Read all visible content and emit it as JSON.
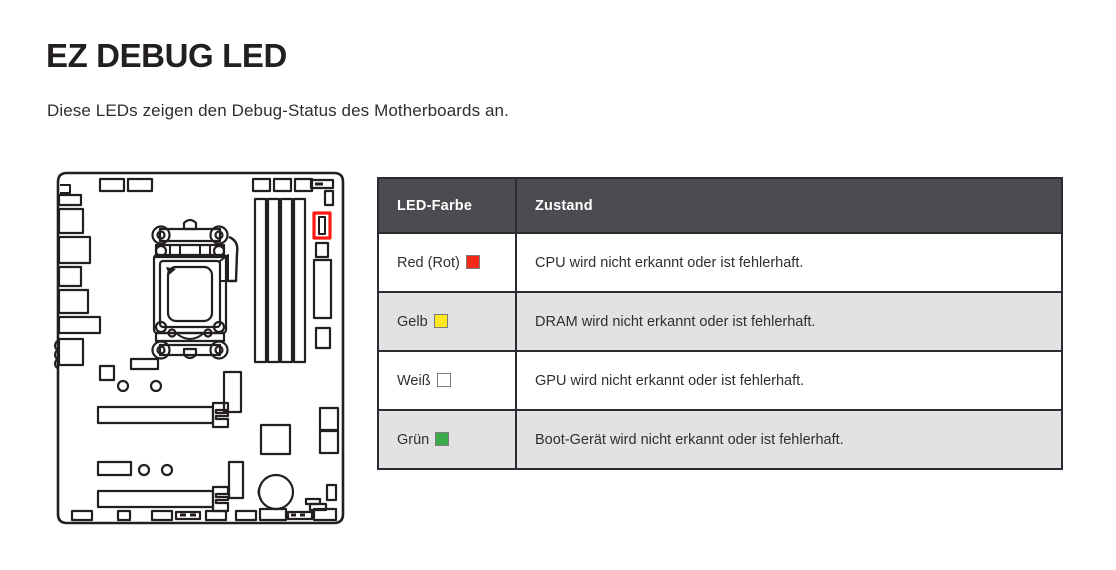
{
  "page": {
    "title": "EZ DEBUG LED",
    "subtitle": "Diese LEDs zeigen den Debug-Status des Motherboards an."
  },
  "diagram": {
    "name": "motherboard-schematic",
    "highlight_color": "#ff1a12",
    "outline_color": "#231f20",
    "highlighted_component": "ez-debug-led-header"
  },
  "table": {
    "headers": {
      "color": "LED-Farbe",
      "state": "Zustand"
    },
    "header_bg": "#4b4b50",
    "header_text_color": "#ffffff",
    "border_color": "#2b2b33",
    "row_alt_bg": "#e2e2e2",
    "rows": [
      {
        "color_label": "Red (Rot)",
        "swatch_color": "#f42a18",
        "swatch_name": "red-led-swatch",
        "state": "CPU wird nicht erkannt oder ist fehlerhaft."
      },
      {
        "color_label": "Gelb",
        "swatch_color": "#ffe81e",
        "swatch_name": "yellow-led-swatch",
        "state": "DRAM wird nicht erkannt oder ist fehlerhaft."
      },
      {
        "color_label": "Weiß",
        "swatch_color": "#ffffff",
        "swatch_name": "white-led-swatch",
        "state": "GPU wird nicht erkannt oder ist fehlerhaft."
      },
      {
        "color_label": "Grün",
        "swatch_color": "#3aab48",
        "swatch_name": "green-led-swatch",
        "state": "Boot-Gerät wird nicht erkannt oder ist fehlerhaft."
      }
    ]
  }
}
